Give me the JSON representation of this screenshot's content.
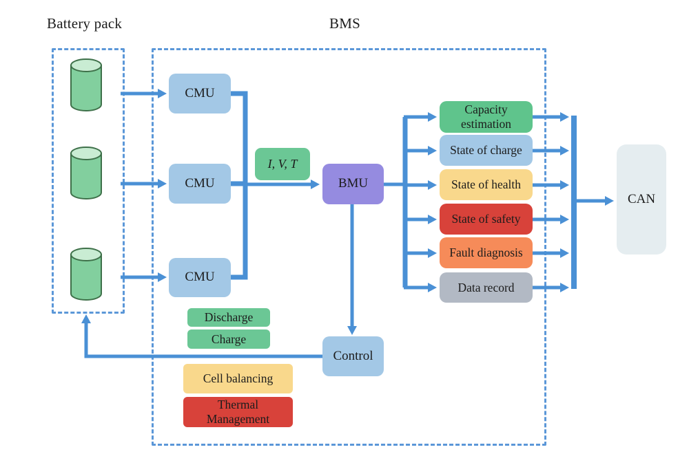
{
  "diagram": {
    "battery_pack": {
      "title": "Battery pack",
      "cell_count": 3
    },
    "bms_title": "BMS",
    "cmus": [
      {
        "label": "CMU"
      },
      {
        "label": "CMU"
      },
      {
        "label": "CMU"
      }
    ],
    "signal_tag": "I, V, T",
    "bmu_label": "BMU",
    "functions": [
      {
        "label": "Capacity estimation",
        "color": "#5fc48c"
      },
      {
        "label": "State of charge",
        "color": "#a3c8e6"
      },
      {
        "label": "State of health",
        "color": "#f9d88c"
      },
      {
        "label": "State of safety",
        "color": "#d8423a"
      },
      {
        "label": "Fault diagnosis",
        "color": "#f68b59"
      },
      {
        "label": "Data record",
        "color": "#b2b9c4"
      }
    ],
    "can_label": "CAN",
    "control_label": "Control",
    "control_actions": [
      {
        "label": "Discharge",
        "color": "#6bc795"
      },
      {
        "label": "Charge",
        "color": "#6bc795"
      },
      {
        "label": "Cell balancing",
        "color": "#f9d88c"
      },
      {
        "label": "Thermal Management",
        "color": "#d8423a"
      }
    ],
    "colors": {
      "arrow_blue": "#4a90d5",
      "dashed_border_blue": "#5b97d8",
      "module_blue": "#a3c8e6",
      "bmu_purple": "#958be0",
      "signal_green": "#6bc795",
      "can_background": "#e5edf0",
      "cell_body_green": "#82cf9e",
      "cell_top_green": "#c9ecd3",
      "cell_stroke_green": "#3e7049"
    }
  }
}
